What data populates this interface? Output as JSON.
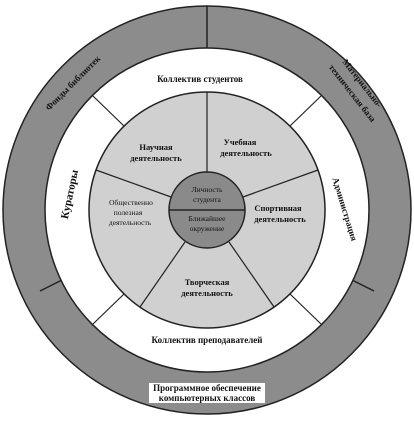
{
  "outer_ring": {
    "left_top": "Фонды библиотек",
    "right_top": [
      "Материально-",
      "техническая база"
    ],
    "bottom": [
      "Программное обеспечение",
      "компьютерных классов"
    ]
  },
  "middle_ring": {
    "top": "Коллектив студентов",
    "right": "Администрация",
    "bottom": "Коллектив преподавателей",
    "left": "Кураторы"
  },
  "activities": {
    "science": [
      "Научная",
      "деятельность"
    ],
    "study": [
      "Учебная",
      "деятельность"
    ],
    "sport": [
      "Спортивная",
      "деятельность"
    ],
    "creative": [
      "Творческая",
      "деятельность"
    ],
    "social": [
      "Общественно",
      "полезная",
      "деятельность"
    ]
  },
  "center": {
    "top": [
      "Личность",
      "студента"
    ],
    "bottom": [
      "Ближайшее",
      "окружение"
    ]
  },
  "colors": {
    "outer_ring": "#8c8c8c",
    "middle_ring": "#ffffff",
    "activity_ring": "#d0d0d0",
    "center": "#8a8a8a",
    "stroke": "#222222"
  }
}
